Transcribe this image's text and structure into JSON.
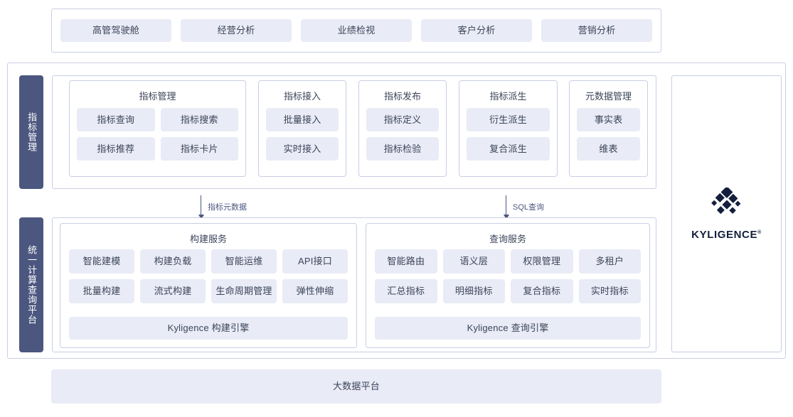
{
  "applications": {
    "items": [
      {
        "label": "高管驾驶舱"
      },
      {
        "label": "经营分析"
      },
      {
        "label": "业绩检视"
      },
      {
        "label": "客户分析"
      },
      {
        "label": "营销分析"
      }
    ]
  },
  "rails": {
    "metric_management": "指标管理",
    "compute_query_platform": "统一计算查询平台"
  },
  "metric_layer": {
    "groups": [
      {
        "title": "指标管理",
        "columns": 2,
        "items": [
          {
            "label": "指标查询"
          },
          {
            "label": "指标搜索"
          },
          {
            "label": "指标推荐"
          },
          {
            "label": "指标卡片"
          }
        ]
      },
      {
        "title": "指标接入",
        "columns": 1,
        "items": [
          {
            "label": "批量接入"
          },
          {
            "label": "实时接入"
          }
        ]
      },
      {
        "title": "指标发布",
        "columns": 1,
        "items": [
          {
            "label": "指标定义"
          },
          {
            "label": "指标检验"
          }
        ]
      },
      {
        "title": "指标派生",
        "columns": 1,
        "items": [
          {
            "label": "衍生派生"
          },
          {
            "label": "复合派生"
          }
        ]
      },
      {
        "title": "元数据管理",
        "columns": 1,
        "items": [
          {
            "label": "事实表"
          },
          {
            "label": "维表"
          }
        ]
      }
    ]
  },
  "connectors": [
    {
      "label": "指标元数据"
    },
    {
      "label": "SQL查询"
    }
  ],
  "compute_layer": {
    "build_service": {
      "title": "构建服务",
      "items": [
        {
          "label": "智能建模"
        },
        {
          "label": "构建负载"
        },
        {
          "label": "智能运维"
        },
        {
          "label": "API接口"
        },
        {
          "label": "批量构建"
        },
        {
          "label": "流式构建"
        },
        {
          "label": "生命周期管理"
        },
        {
          "label": "弹性伸缩"
        }
      ],
      "engine": "Kyligence 构建引擎"
    },
    "query_service": {
      "title": "查询服务",
      "items": [
        {
          "label": "智能路由"
        },
        {
          "label": "语义层"
        },
        {
          "label": "权限管理"
        },
        {
          "label": "多租户"
        },
        {
          "label": "汇总指标"
        },
        {
          "label": "明细指标"
        },
        {
          "label": "复合指标"
        },
        {
          "label": "实时指标"
        }
      ],
      "engine": "Kyligence 查询引擎"
    }
  },
  "brand": {
    "name": "KYLIGENCE",
    "registered_mark": "®"
  },
  "foundation": {
    "label": "大数据平台"
  },
  "colors": {
    "rail_navy": "#4c5780",
    "chip_fill": "#e9ebf6",
    "border": "#c9cee4",
    "text": "#3b4559",
    "brand_navy": "#151f3d"
  }
}
